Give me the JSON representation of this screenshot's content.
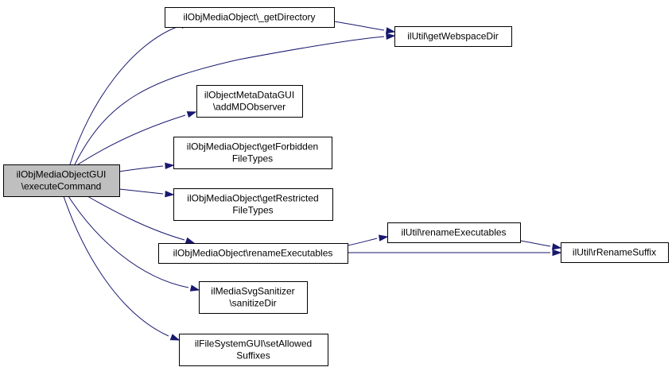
{
  "nodes": {
    "root": {
      "lines": [
        "ilObjMediaObjectGUI",
        "\\executeCommand"
      ]
    },
    "get_directory": {
      "lines": [
        "ilObjMediaObject\\_getDirectory"
      ]
    },
    "webspace_dir": {
      "lines": [
        "ilUtil\\getWebspaceDir"
      ]
    },
    "add_md_observer": {
      "lines": [
        "ilObjectMetaDataGUI",
        "\\addMDObserver"
      ]
    },
    "forbidden_types": {
      "lines": [
        "ilObjMediaObject\\getForbidden",
        "FileTypes"
      ]
    },
    "restricted_types": {
      "lines": [
        "ilObjMediaObject\\getRestricted",
        "FileTypes"
      ]
    },
    "rename_exec_mo": {
      "lines": [
        "ilObjMediaObject\\renameExecutables"
      ]
    },
    "rename_exec_util": {
      "lines": [
        "ilUtil\\renameExecutables"
      ]
    },
    "r_rename_suffix": {
      "lines": [
        "ilUtil\\rRenameSuffix"
      ]
    },
    "svg_sanitizer": {
      "lines": [
        "ilMediaSvgSanitizer",
        "\\sanitizeDir"
      ]
    },
    "allowed_suffixes": {
      "lines": [
        "ilFileSystemGUI\\setAllowed",
        "Suffixes"
      ]
    }
  },
  "edges": [
    {
      "from": "root",
      "to": "get_directory"
    },
    {
      "from": "root",
      "to": "webspace_dir"
    },
    {
      "from": "root",
      "to": "add_md_observer"
    },
    {
      "from": "root",
      "to": "forbidden_types"
    },
    {
      "from": "root",
      "to": "restricted_types"
    },
    {
      "from": "root",
      "to": "rename_exec_mo"
    },
    {
      "from": "root",
      "to": "svg_sanitizer"
    },
    {
      "from": "root",
      "to": "allowed_suffixes"
    },
    {
      "from": "get_directory",
      "to": "webspace_dir"
    },
    {
      "from": "rename_exec_mo",
      "to": "rename_exec_util"
    },
    {
      "from": "rename_exec_mo",
      "to": "r_rename_suffix"
    },
    {
      "from": "rename_exec_util",
      "to": "r_rename_suffix"
    }
  ],
  "colors": {
    "edge": "#191970",
    "root_fill": "#bfbfbf",
    "node_fill": "#ffffff",
    "border": "#000000"
  }
}
